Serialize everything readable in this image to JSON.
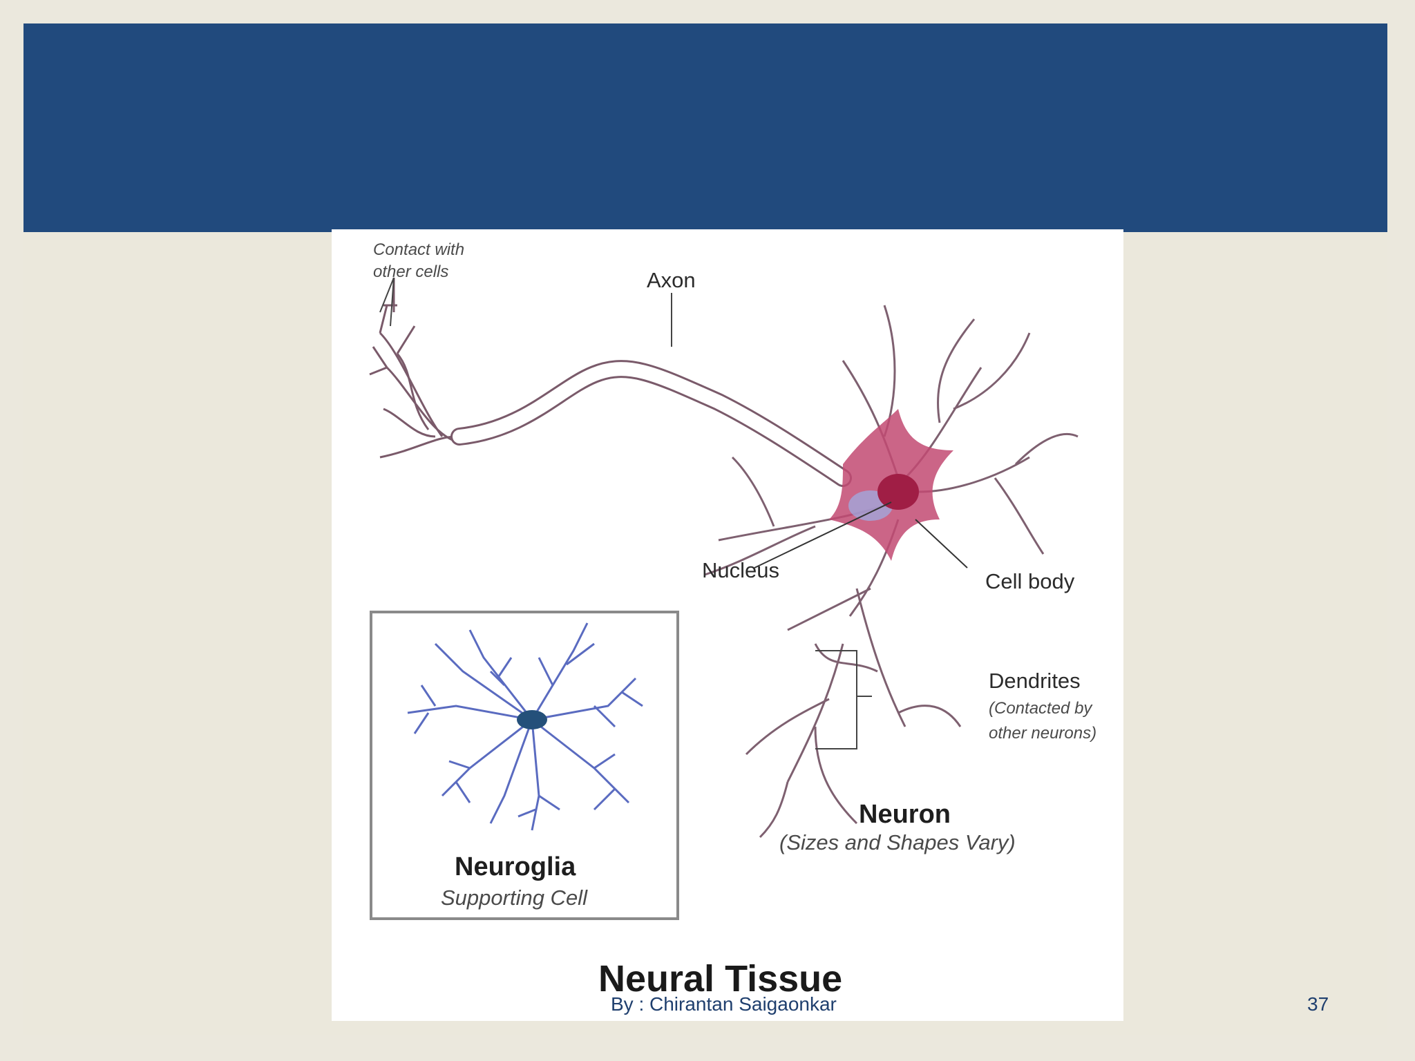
{
  "slide": {
    "footer_author": "By : Chirantan Saigaonkar",
    "slide_number": "37"
  },
  "figure": {
    "title": "Neural Tissue",
    "labels": {
      "contact_line1": "Contact with",
      "contact_line2": "other cells",
      "axon": "Axon",
      "nucleus": "Nucleus",
      "cell_body": "Cell body",
      "dendrites": "Dendrites",
      "dendrites_note1": "(Contacted by",
      "dendrites_note2": "other neurons)",
      "neuron": "Neuron",
      "neuron_note": "(Sizes and Shapes Vary)",
      "neuroglia": "Neuroglia",
      "neuroglia_note": "Supporting Cell"
    }
  }
}
